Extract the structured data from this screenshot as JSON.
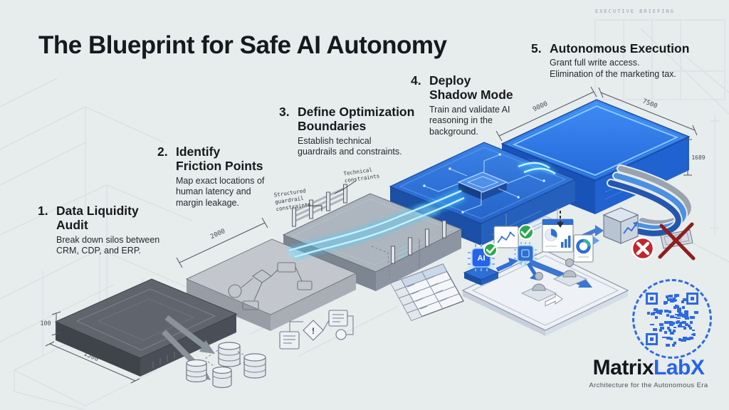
{
  "title": "The Blueprint for Safe AI Autonomy",
  "steps": [
    {
      "number": "1.",
      "title": "Data Liquidity\nAudit",
      "body": "Break down silos between\nCRM, CDP, and ERP."
    },
    {
      "number": "2.",
      "title": "Identify\nFriction Points",
      "body": "Map exact locations of\nhuman latency and\nmargin leakage."
    },
    {
      "number": "3.",
      "title": "Define Optimization\nBoundaries",
      "body": "Establish technical\nguardrails and constraints."
    },
    {
      "number": "4.",
      "title": "Deploy\nShadow Mode",
      "body": "Train and validate AI\nreasoning in the\nbackground."
    },
    {
      "number": "5.",
      "title": "Autonomous Execution",
      "body": "Grant full write access.\nElimination of the marketing tax."
    }
  ],
  "annotations": {
    "structured_guardrail_label": "Structured\nguardrail\nconstraints",
    "technical_label": "Technical\nconstraints",
    "alert_glyph": "!",
    "background_header": "EXECUTIVE BRIEFING",
    "ai_chip_label": "AI"
  },
  "dimensions": {
    "platform1_height": "100",
    "platform1_width": "1500",
    "platform2_width": "2000",
    "platform5_left": "9000",
    "platform5_right": "7500",
    "platform5_height": "1689"
  },
  "logo": {
    "name_primary": "Matrix",
    "name_accent": "LabX",
    "tagline": "Architecture for the Autonomous Era"
  },
  "colors": {
    "brand_blue": "#2563eb",
    "platform_blue": "#2b7de8",
    "circuit_blue": "#2f74d8",
    "glow_cyan": "#54ccff",
    "success_green": "#2ea84f",
    "error_red": "#c1272d",
    "ink": "#15181c"
  }
}
